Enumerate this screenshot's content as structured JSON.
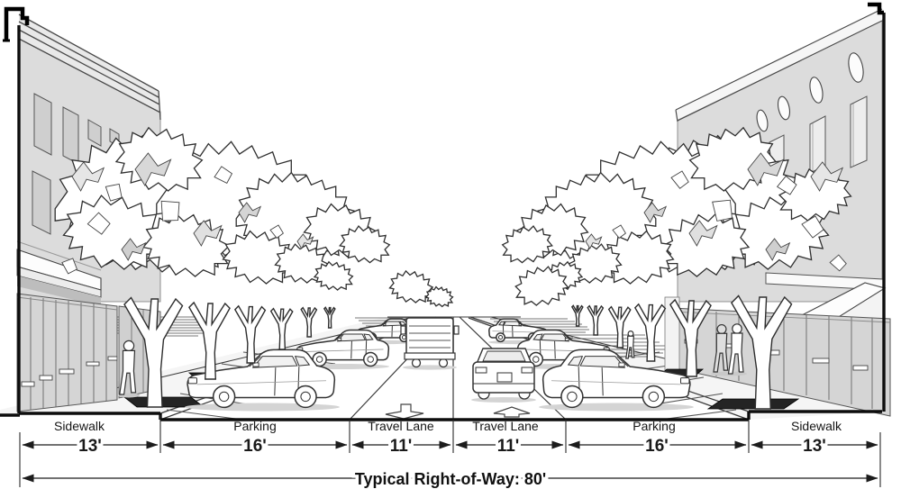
{
  "figure": {
    "caption": "Typical Right-of-Way: 80'",
    "zones": [
      {
        "name": "Sidewalk",
        "width": "13'"
      },
      {
        "name": "Parking",
        "width": "16'"
      },
      {
        "name": "Travel Lane",
        "width": "11'"
      },
      {
        "name": "Travel Lane",
        "width": "11'"
      },
      {
        "name": "Parking",
        "width": "16'"
      },
      {
        "name": "Sidewalk",
        "width": "13'"
      }
    ],
    "colors": {
      "ink": "#1c1c1c",
      "facade_gray": "#dcdcdc",
      "storefront_gray": "#d2d2d2",
      "shadow_gray": "#b8b8b8",
      "tree_pit": "#242424"
    }
  }
}
